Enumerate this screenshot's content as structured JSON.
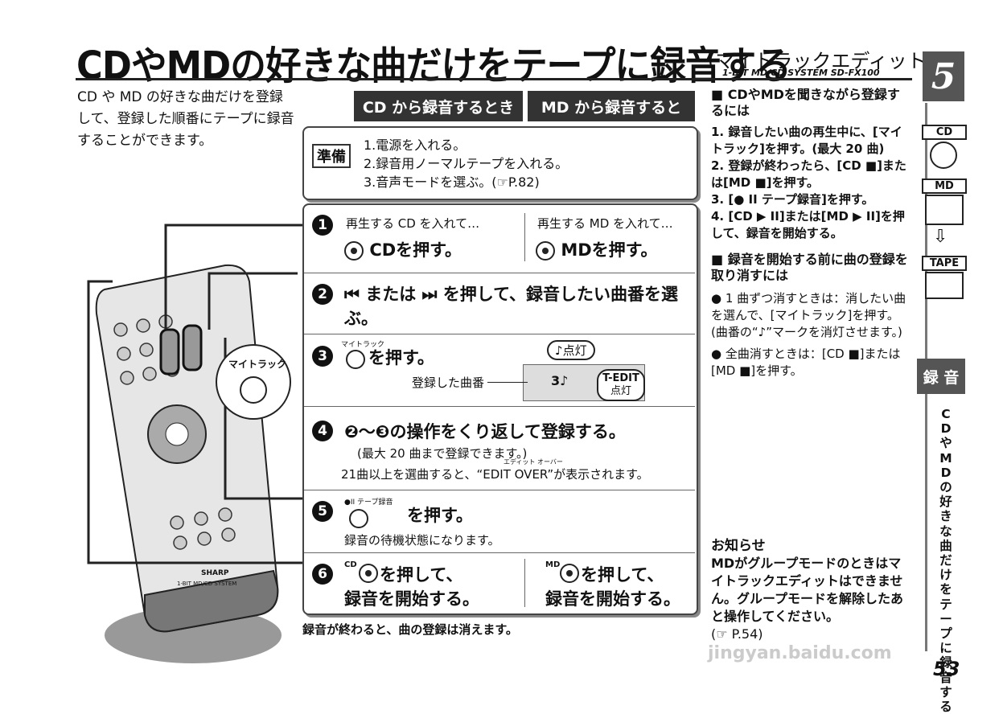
{
  "title": "CDやMDの好きな曲だけをテープに録音する",
  "title_sub": "(マイトラックエディット)",
  "model": "1-BIT MD/CD SYSTEM  SD-FX100",
  "intro": "CD や MD の好きな曲だけを登録して、登録した順番にテープに録音することができます。",
  "headers": [
    "CD から録音するとき",
    "MD から録音すると"
  ],
  "prep": {
    "tag": "準備",
    "items": [
      "1.電源を入れる。",
      "2.録音用ノーマルテープを入れる。",
      "3.音声モードを選ぶ。(☞P.82)"
    ]
  },
  "steps": {
    "s1": {
      "num": "1",
      "cd_label": "再生する CD を入れて…",
      "cd_action": "CDを押す。",
      "md_label": "再生する MD を入れて…",
      "md_action": "MDを押す。"
    },
    "s2": {
      "num": "2",
      "text": "⏮ または ⏭ を押して、録音したい曲番を選ぶ。"
    },
    "s3": {
      "num": "3",
      "ruby": "マイトラック",
      "text": "を押す。",
      "lit1": "♪点灯",
      "caption": "登録した曲番",
      "display": "3♪",
      "lit2_a": "T-EDIT",
      "lit2_b": "点灯"
    },
    "s4": {
      "num": "4",
      "text": "❷～❸の操作をくり返して登録する。",
      "note1": "(最大 20 曲まで登録できます。)",
      "ruby": "エディット オーバー",
      "note2": "21曲以上を選曲すると、“EDIT OVER”が表示されます。"
    },
    "s5": {
      "num": "5",
      "ruby": "●II テープ録音",
      "text": "を押す。",
      "note": "録音の待機状態になります。"
    },
    "s6": {
      "num": "6",
      "cd_prefix": "CD",
      "md_prefix": "MD",
      "line1": "を押して、",
      "line2": "録音を開始する。"
    }
  },
  "footer_note": "録音が終わると、曲の登録は消えます。",
  "sidebar": {
    "sec1_title": "■ CDやMDを聞きながら登録するには",
    "sec1_items": [
      "1. 録音したい曲の再生中に、[マイトラック]を押す。(最大 20 曲)",
      "2. 登録が終わったら、[CD ■]または[MD ■]を押す。",
      "3. [● II テープ録音]を押す。",
      "4. [CD ▶ II]または[MD ▶ II]を押して、録音を開始する。"
    ],
    "sec2_title": "■ 録音を開始する前に曲の登録を取り消すには",
    "sec2_items": [
      "● 1 曲ずつ消すときは：消したい曲を選んで、[マイトラック]を押す。(曲番の“♪”マークを消灯させます。)",
      "● 全曲消すときは：[CD ■]または[MD ■]を押す。"
    ]
  },
  "notice": {
    "title": "お知らせ",
    "text": "MDがグループモードのときはマイトラックエディットはできません。グループモードを解除したあと操作してください。",
    "ref": "(☞ P.54)"
  },
  "remote_label": "マイトラック",
  "remote_brand": "SHARP",
  "remote_system": "1-BIT MD/CD SYSTEM",
  "tabs": {
    "chapter": "5",
    "cd": "CD",
    "md": "MD",
    "tape": "TAPE",
    "section": "録 音",
    "vertical": "CDやMDの好きな曲だけをテープに録音する",
    "page": "53"
  },
  "watermark": "jingyan.baidu.com"
}
